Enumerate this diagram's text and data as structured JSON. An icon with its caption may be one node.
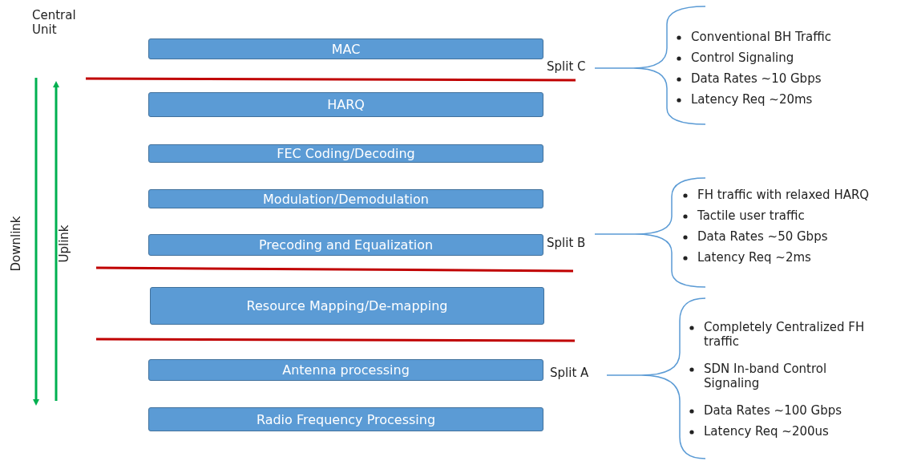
{
  "diagram": {
    "nodes": [
      {
        "text": [
          "MAC"
        ]
      },
      {
        "text": [
          "HARQ"
        ]
      },
      {
        "text": [
          "FEC Coding/Decoding"
        ]
      },
      {
        "text": [
          "Modulation/Demodulation"
        ]
      },
      {
        "text": [
          "Precoding and Equalization"
        ]
      },
      {
        "text": [
          "Resource Mapping/De-mapping"
        ]
      },
      {
        "text": [
          "Antenna processing"
        ]
      },
      {
        "text": [
          "Radio Frequency Processing"
        ]
      }
    ],
    "edges": [],
    "labels": [
      "Central Unit",
      "Split C",
      "Conventional BH Traffic",
      "Control Signaling",
      "Data Rates ~10 Gbps",
      "Latency Req ~20ms",
      "FH traffic with relaxed HARQ",
      "Tactile user traffic",
      "Data Rates ~50 Gbps",
      "Latency Req ~2ms",
      "Split B",
      "Completely Centralized FH traffic",
      "SDN In-band Control Signaling",
      "Data Rates ~100 Gbps",
      "Latency Req ~200us",
      "Split A",
      "Downlink",
      "Uplink"
    ]
  }
}
